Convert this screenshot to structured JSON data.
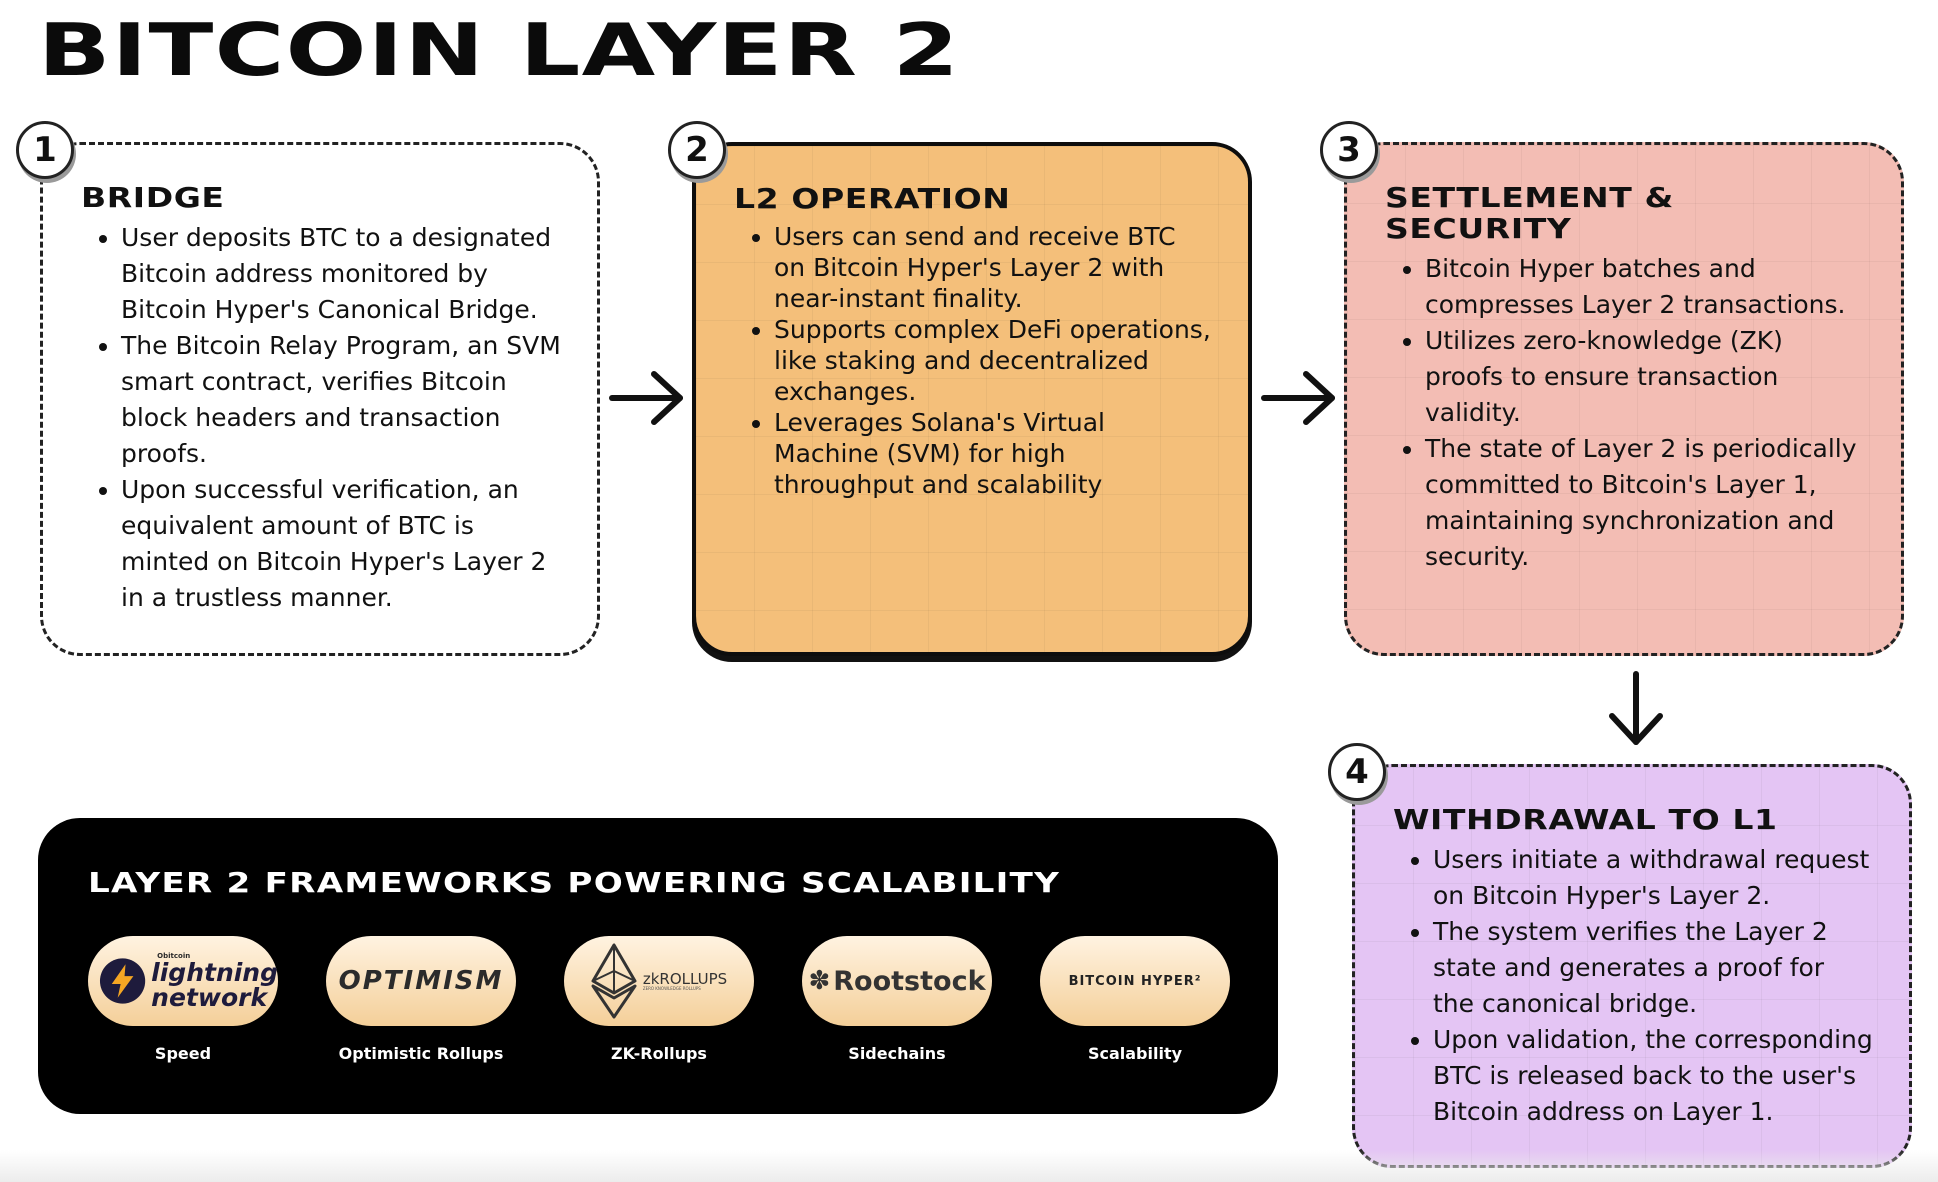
{
  "page": {
    "title": "BITCOIN LAYER 2"
  },
  "steps": [
    {
      "number": "1",
      "title": "BRIDGE",
      "bullets": [
        "User deposits BTC to a designated Bitcoin address monitored by Bitcoin Hyper's Canonical Bridge.",
        "The Bitcoin Relay Program, an SVM smart contract, verifies Bitcoin block headers and transaction proofs.",
        "Upon successful verification, an equivalent amount of BTC is minted on Bitcoin Hyper's Layer 2 in a trustless manner."
      ]
    },
    {
      "number": "2",
      "title": "L2 OPERATION",
      "bullets": [
        "Users can send and receive BTC on Bitcoin Hyper's Layer 2 with near-instant finality.",
        "Supports complex DeFi operations, like staking and decentralized exchanges.",
        "Leverages Solana's Virtual Machine (SVM) for high throughput and scalability"
      ]
    },
    {
      "number": "3",
      "title_line1": "SETTLEMENT &",
      "title_line2": "SECURITY",
      "bullets": [
        "Bitcoin Hyper batches and compresses Layer 2 transactions.",
        "Utilizes zero-knowledge (ZK) proofs to ensure transaction validity.",
        "The state of Layer 2 is periodically committed to Bitcoin's Layer 1, maintaining synchronization and security."
      ]
    },
    {
      "number": "4",
      "title": "WITHDRAWAL TO L1",
      "bullets": [
        "Users initiate a withdrawal request on Bitcoin Hyper's Layer 2.",
        "The system verifies the Layer 2 state and generates a proof for the canonical bridge.",
        "Upon validation, the corresponding BTC is released back to the user's Bitcoin address on Layer 1."
      ]
    }
  ],
  "frameworks": {
    "title": "LAYER 2 FRAMEWORKS POWERING SCALABILITY",
    "items": [
      {
        "logo_top": "Obitcoin",
        "logo_line1": "lightning",
        "logo_line2": "network",
        "label": "Speed"
      },
      {
        "logo": "OPTIMISM",
        "label": "Optimistic Rollups"
      },
      {
        "logo": "zkROLLUPS",
        "logo_sub": "ZERO KNOWLEDGE ROLLUPS",
        "label": "ZK-Rollups"
      },
      {
        "logo": "Rootstock",
        "label": "Sidechains"
      },
      {
        "logo": "BITCOIN HYPER²",
        "label": "Scalability"
      }
    ]
  },
  "colors": {
    "step2_bg": "#f4bf7a",
    "step3_bg": "#f3bdb4",
    "step4_bg": "#e4c5f4",
    "frameworks_bg": "#000000"
  }
}
